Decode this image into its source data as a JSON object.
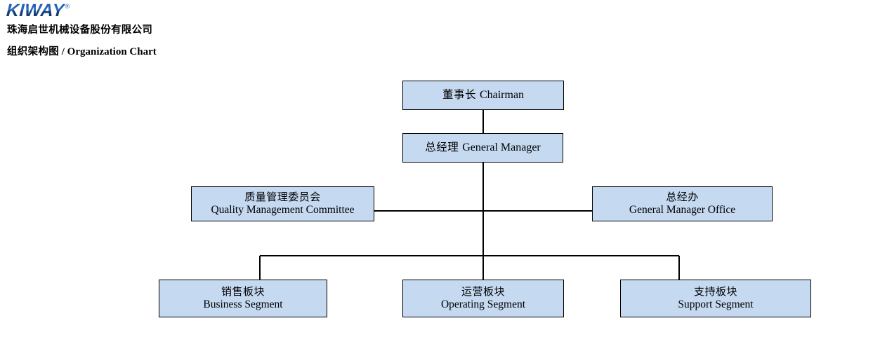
{
  "header": {
    "logo": {
      "wordmark": "KIWAY",
      "registered_mark": "®",
      "color": "#1d4fa0"
    },
    "company_name": "珠海启世机械设备股份有限公司",
    "title_cn": "组织架构图",
    "title_separator": " / ",
    "title_en": "Organization Chart"
  },
  "chart": {
    "node_fill": "#c5d9f1",
    "node_border": "#000000",
    "connector_color": "#000000",
    "nodes": {
      "chairman": {
        "cn": "董事长",
        "en": "Chairman"
      },
      "gm": {
        "cn": "总经理",
        "en": "General Manager"
      },
      "qmc": {
        "cn": "质量管理委员会",
        "en": "Quality Management Committee"
      },
      "gmo": {
        "cn": "总经办",
        "en": "General Manager Office"
      },
      "business": {
        "cn": "销售板块",
        "en": "Business Segment"
      },
      "operating": {
        "cn": "运营板块",
        "en": "Operating Segment"
      },
      "support": {
        "cn": "支持板块",
        "en": "Support Segment"
      }
    }
  }
}
